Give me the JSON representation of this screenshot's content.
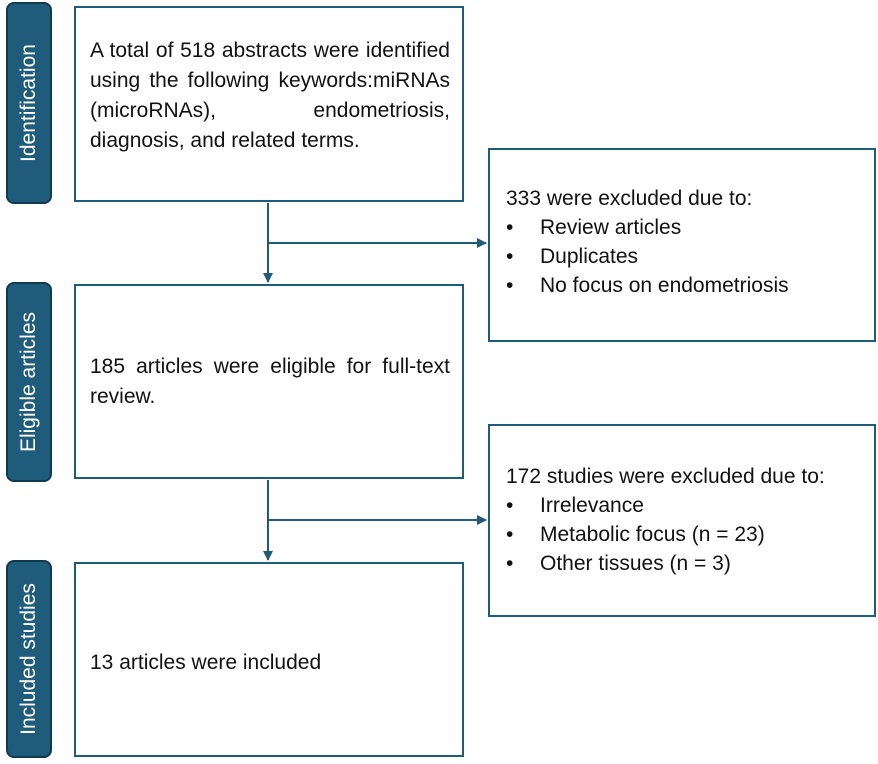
{
  "phases": {
    "identification": "Identification",
    "eligible": "Eligible articles",
    "included": "Included studies"
  },
  "boxes": {
    "identified": "A total of 518 abstracts were identified using the following keywords:miRNAs (microRNAs), endometriosis, diagnosis, and related terms.",
    "eligible": "185 articles were eligible for full-text review.",
    "included": "13 articles were included"
  },
  "exclusions": [
    {
      "title": "333 were excluded due to:",
      "items": [
        "Review articles",
        "Duplicates",
        "No focus on endometriosis"
      ]
    },
    {
      "title": "172 studies were excluded due to:",
      "items": [
        "Irrelevance",
        "Metabolic focus (n = 23)",
        "Other tissues (n = 3)"
      ]
    }
  ],
  "colors": {
    "phase_fill": "#1f5b7a",
    "box_border": "#1f5b7a",
    "arrow": "#1f5b7a"
  }
}
